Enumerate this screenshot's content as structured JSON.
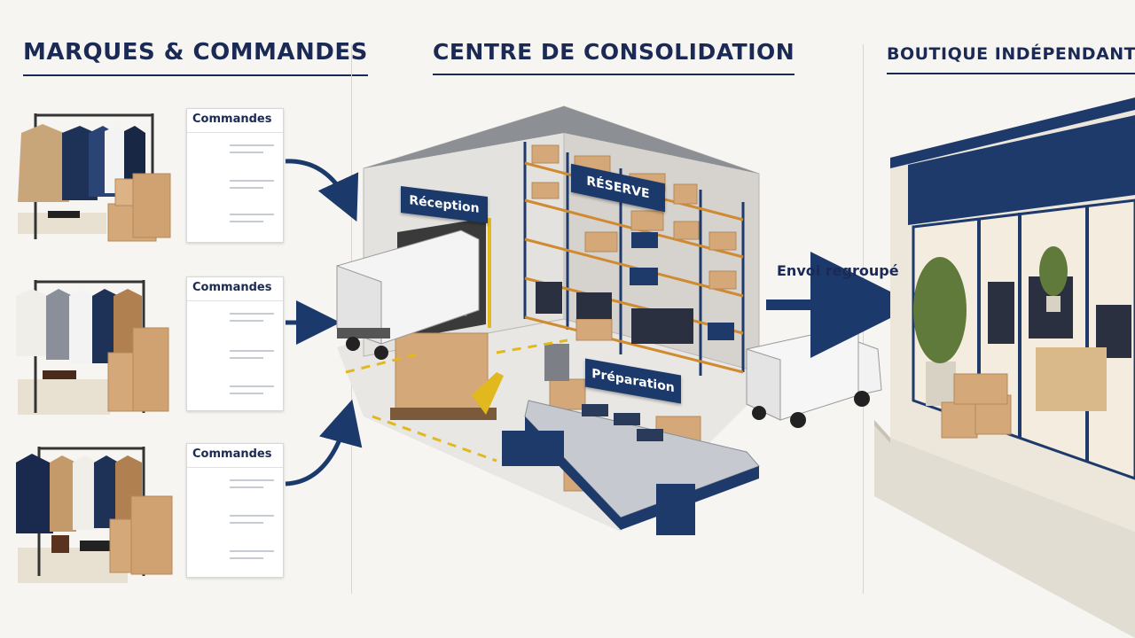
{
  "sections": {
    "left": "MARQUES & COMMANDES",
    "center": "CENTRE DE CONSOLIDATION",
    "right": "BOUTIQUE INDÉPENDANTE"
  },
  "cards": [
    {
      "title": "Commandes"
    },
    {
      "title": "Commandes"
    },
    {
      "title": "Commandes"
    }
  ],
  "warehouse_signs": {
    "reception": "Réception",
    "reserve": "RÉSERVE",
    "preparation": "Préparation"
  },
  "flow_label": "Envoi regroupé",
  "colors": {
    "navy": "#1b2a55",
    "sign": "#1b3a6b",
    "cardboard": "#d4a878",
    "background": "#f6f5f1"
  }
}
